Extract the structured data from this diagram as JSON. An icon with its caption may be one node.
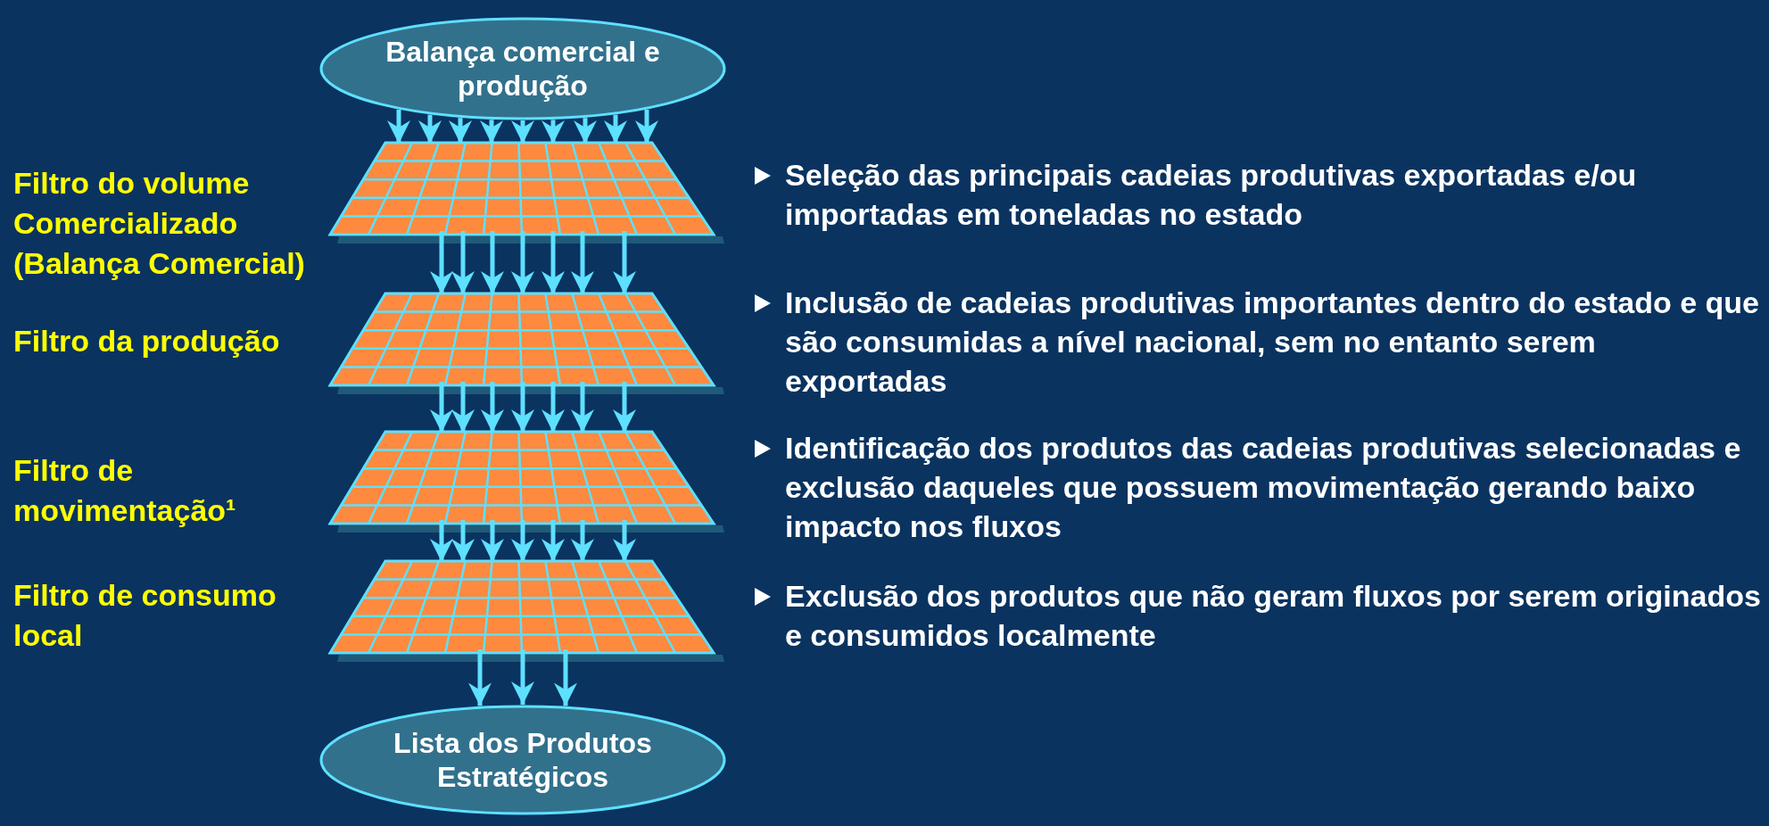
{
  "diagram": {
    "nodes": [
      {
        "text": [
          "Balança comercial e produção"
        ]
      },
      {
        "text": [],
        "shape": "grid",
        "beside": [
          "Filtro do volume Comercializado (Balança Comercial)",
          "Seleção das principais cadeias produtivas exportadas e/ou importadas em toneladas no estado"
        ]
      },
      {
        "text": [],
        "shape": "grid",
        "beside": [
          "Filtro da produção",
          "Inclusão de cadeias produtivas importantes dentro do estado e que são consumidas a nível nacional, sem no entanto serem exportadas"
        ]
      },
      {
        "text": [],
        "shape": "grid",
        "beside": [
          "Filtro de movimentação¹",
          "Identificação dos produtos das cadeias produtivas selecionadas e exclusão daqueles que possuem movimentação gerando baixo impacto nos fluxos"
        ]
      },
      {
        "text": [],
        "shape": "grid",
        "beside": [
          "Filtro de consumo local",
          "Exclusão dos produtos que não geram fluxos por serem originados e consumidos localmente"
        ]
      },
      {
        "text": [
          "Lista dos Produtos Estratégicos"
        ]
      }
    ],
    "edges": [
      {
        "from": 0,
        "to": 1,
        "arrow": "to"
      },
      {
        "from": 0,
        "to": 1,
        "arrow": "to"
      },
      {
        "from": 0,
        "to": 1,
        "arrow": "to"
      },
      {
        "from": 0,
        "to": 1,
        "arrow": "to"
      },
      {
        "from": 0,
        "to": 1,
        "arrow": "to"
      },
      {
        "from": 0,
        "to": 1,
        "arrow": "to"
      },
      {
        "from": 0,
        "to": 1,
        "arrow": "to"
      },
      {
        "from": 0,
        "to": 1,
        "arrow": "to"
      },
      {
        "from": 0,
        "to": 1,
        "arrow": "to"
      },
      {
        "from": 1,
        "to": 2,
        "arrow": "to"
      },
      {
        "from": 1,
        "to": 2,
        "arrow": "to"
      },
      {
        "from": 1,
        "to": 2,
        "arrow": "to"
      },
      {
        "from": 1,
        "to": 2,
        "arrow": "to"
      },
      {
        "from": 1,
        "to": 2,
        "arrow": "to"
      },
      {
        "from": 1,
        "to": 2,
        "arrow": "to"
      },
      {
        "from": 1,
        "to": 2,
        "arrow": "to"
      },
      {
        "from": 2,
        "to": 3,
        "arrow": "to"
      },
      {
        "from": 2,
        "to": 3,
        "arrow": "to"
      },
      {
        "from": 2,
        "to": 3,
        "arrow": "to"
      },
      {
        "from": 2,
        "to": 3,
        "arrow": "to"
      },
      {
        "from": 2,
        "to": 3,
        "arrow": "to"
      },
      {
        "from": 2,
        "to": 3,
        "arrow": "to"
      },
      {
        "from": 2,
        "to": 3,
        "arrow": "to"
      },
      {
        "from": 3,
        "to": 4,
        "arrow": "to"
      },
      {
        "from": 3,
        "to": 4,
        "arrow": "to"
      },
      {
        "from": 3,
        "to": 4,
        "arrow": "to"
      },
      {
        "from": 3,
        "to": 4,
        "arrow": "to"
      },
      {
        "from": 3,
        "to": 4,
        "arrow": "to"
      },
      {
        "from": 3,
        "to": 4,
        "arrow": "to"
      },
      {
        "from": 3,
        "to": 4,
        "arrow": "to"
      },
      {
        "from": 4,
        "to": 5,
        "arrow": "to"
      },
      {
        "from": 4,
        "to": 5,
        "arrow": "to"
      },
      {
        "from": 4,
        "to": 5,
        "arrow": "to"
      }
    ]
  }
}
